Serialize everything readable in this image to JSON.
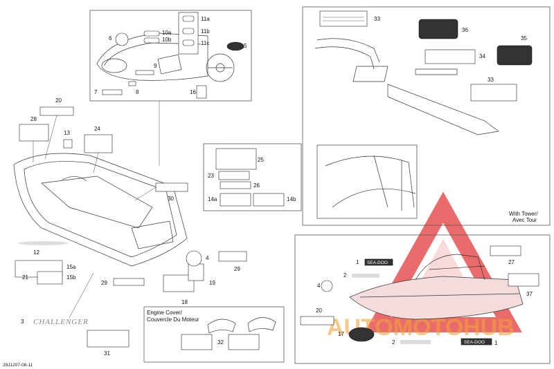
{
  "drawing_code": "29J1207-08-11",
  "engine_cover": {
    "line1": "Engine Cover/",
    "line2": "Couvercle Du Moteur"
  },
  "tower_caption": {
    "line1": "With Tower/",
    "line2": "Avec Tour"
  },
  "watermark": "AUTOMOTOHUB",
  "brand_script": "CHALLENGER",
  "brand_logo": "SEA-DOO",
  "callouts": {
    "n1": "1",
    "n2": "2",
    "n3": "3",
    "n4": "4",
    "n5": "5",
    "n6": "6",
    "n7": "7",
    "n8": "8",
    "n9": "9",
    "n10a": "10a",
    "n10b": "10b",
    "n11a": "11a",
    "n11b": "11b",
    "n11c": "11c",
    "n12": "12",
    "n13": "13",
    "n14a": "14a",
    "n14b": "14b",
    "n15a": "15a",
    "n15b": "15b",
    "n16": "16",
    "n17": "17",
    "n18": "18",
    "n19": "19",
    "n20": "20",
    "n21": "21",
    "n23": "23",
    "n24": "24",
    "n25": "25",
    "n26": "26",
    "n27": "27",
    "n28": "28",
    "n29": "29",
    "n30": "30",
    "n31": "31",
    "n32": "32",
    "n33": "33",
    "n34": "34",
    "n35": "35",
    "n36": "36",
    "n37": "37"
  },
  "colors": {
    "watermark_red": "#e23a3a",
    "watermark_orange": "#f2a23a",
    "line": "#333333"
  }
}
